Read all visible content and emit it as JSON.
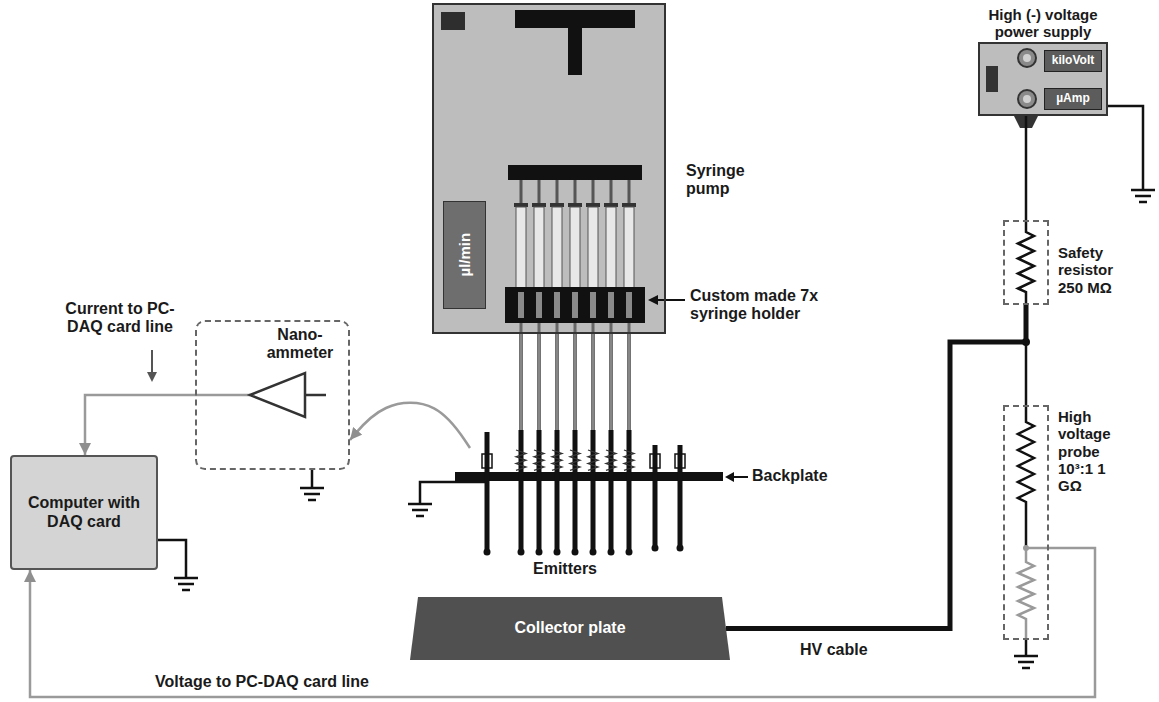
{
  "diagram": {
    "nodes": [
      {
        "text": [
          "Syringe pump"
        ]
      },
      {
        "text": [
          "µl/min"
        ],
        "in": 0
      },
      {
        "text": [
          "High (-) voltage power supply"
        ]
      },
      {
        "text": [
          "kiloVolt"
        ],
        "in": 2
      },
      {
        "text": [
          "µAmp"
        ],
        "in": 2
      },
      {
        "text": [
          "Safety resistor 250 MΩ"
        ]
      },
      {
        "text": [
          "Nano- ammeter"
        ]
      },
      {
        "text": [
          "Computer with DAQ card"
        ]
      },
      {
        "text": [
          "Emitters"
        ]
      },
      {
        "text": [
          "High voltage probe 10³:1 1 GΩ"
        ]
      },
      {
        "text": [
          "Collector plate"
        ]
      }
    ],
    "edges": [
      {
        "from": 2,
        "to": 5,
        "arrow": "none"
      },
      {
        "from": 5,
        "to": 9,
        "arrow": "none"
      },
      {
        "from": 5,
        "to": 10,
        "arrow": "none",
        "label": "HV cable"
      },
      {
        "from": 9,
        "to": 7,
        "arrow": "to",
        "label": "Voltage to PC-DAQ card line"
      },
      {
        "from": 6,
        "to": 7,
        "arrow": "to",
        "label": "Current to PC-DAQ card line"
      },
      {
        "from": 8,
        "to": 6,
        "arrow": "to"
      }
    ],
    "labels": [
      "Custom made 7x syringe holder",
      "Backplate"
    ]
  }
}
